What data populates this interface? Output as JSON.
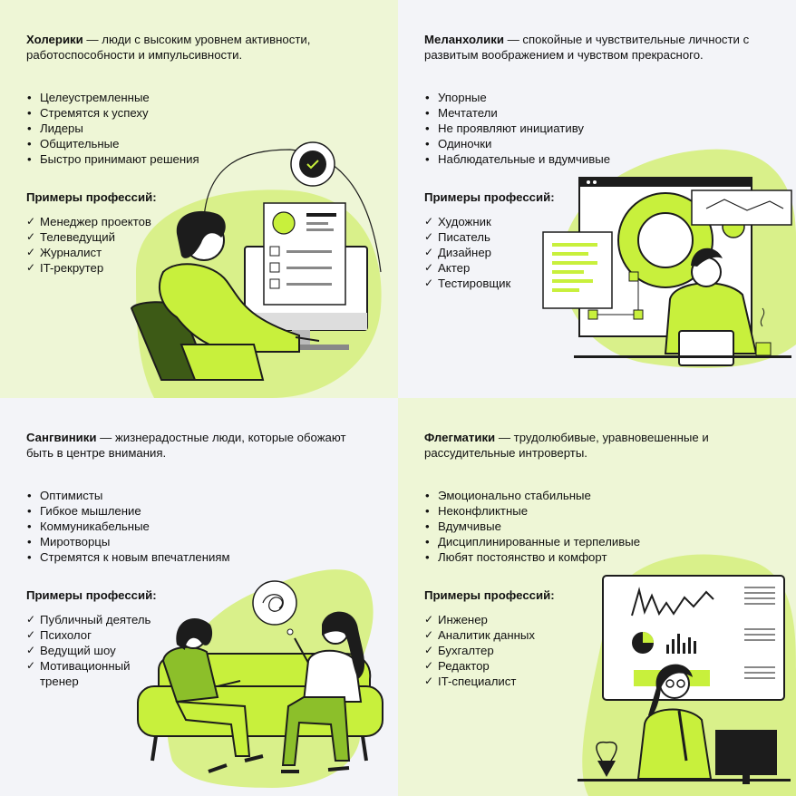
{
  "colors": {
    "lime": "#c8f03c",
    "light_green": "#dff2a8",
    "dark": "#1c1c1c",
    "bg_green": "#eef6d6",
    "bg_gray": "#f3f4f8"
  },
  "cholerics": {
    "name": "Холерики",
    "desc": " — люди с высоким уровнем активности, работоспособности и импульсивности.",
    "traits": [
      "Целеустремленные",
      "Стремятся к успеху",
      "Лидеры",
      "Общительные",
      "Быстро принимают решения"
    ],
    "prof_title": "Примеры профессий:",
    "profs": [
      "Менеджер проектов",
      "Телеведущий",
      "Журналист",
      "IT-рекрутер"
    ]
  },
  "melancholics": {
    "name": "Меланхолики",
    "desc": " — спокойные и чувствительные личности с развитым воображением и чувством прекрасного.",
    "traits": [
      "Упорные",
      "Мечтатели",
      "Не проявляют инициативу",
      "Одиночки",
      "Наблюдательные и вдумчивые"
    ],
    "prof_title": "Примеры профессий:",
    "profs": [
      "Художник",
      "Писатель",
      "Дизайнер",
      "Актер",
      "Тестировщик"
    ]
  },
  "sanguines": {
    "name": "Сангвиники",
    "desc": " — жизнерадостные люди, которые обожают быть в центре внимания.",
    "traits": [
      "Оптимисты",
      "Гибкое мышление",
      "Коммуникабельные",
      "Миротворцы",
      "Стремятся к новым впечатлениям"
    ],
    "prof_title": "Примеры профессий:",
    "profs": [
      "Публичный деятель",
      "Психолог",
      "Ведущий шоу",
      "Мотивационный",
      "тренер"
    ]
  },
  "phlegmatics": {
    "name": "Флегматики",
    "desc": " — трудолюбивые, уравновешенные и рассудительные интроверты.",
    "traits": [
      "Эмоционально стабильные",
      "Неконфликтные",
      "Вдумчивые",
      "Дисциплинированные и терпеливые",
      "Любят постоянство и комфорт"
    ],
    "prof_title": "Примеры профессий:",
    "profs": [
      "Инженер",
      "Аналитик данных",
      "Бухгалтер",
      "Редактор",
      "IT-специалист"
    ]
  }
}
